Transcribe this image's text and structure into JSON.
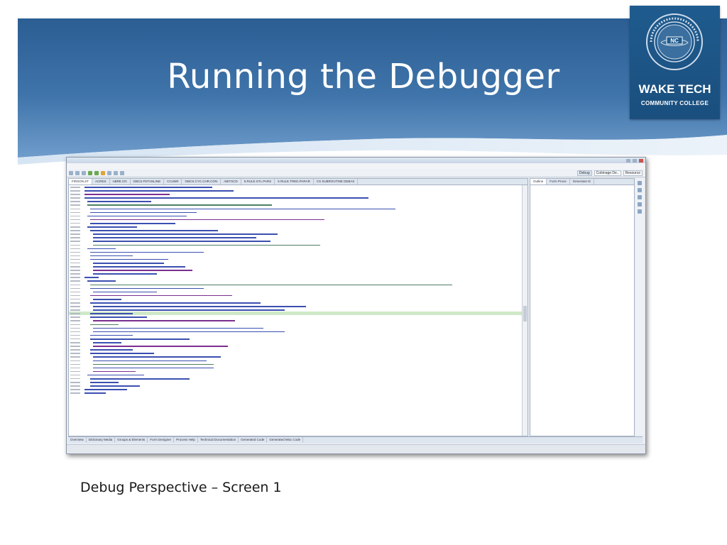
{
  "slide": {
    "title": "Running the Debugger",
    "caption": "Debug Perspective – Screen 1"
  },
  "logo": {
    "name": "WAKE TECH",
    "subtitle": "COMMUNITY COLLEGE",
    "seal_initials": "NC"
  },
  "colors": {
    "banner_dark": "#2b5e93",
    "banner_light": "#6f9ccb",
    "logo_bg": "#1f5b8e",
    "code_highlight": "#cfe9c8"
  },
  "ide": {
    "editor_tabs": [
      "FIRSON.ST",
      "ACRES",
      "ABRE.CN",
      "GBCS.FDTANLINE",
      "CCUNR",
      "GBCS.CYC.CHR.CON",
      "ABITSCD",
      "5.RULE.STL.PARS",
      "5 RULE.TRED.PARAR",
      "CS SUBROUTINE DEBAS"
    ],
    "outline_tabs": [
      "Outline",
      "Form Proce",
      "Generator-D"
    ],
    "perspectives": [
      "Debug",
      "Cobinage De..",
      "Resource"
    ],
    "bottom_tabs": [
      "Overview",
      "Dictionary Media",
      "Groups & Elements",
      "Form Designer",
      "Process Help",
      "Technical Documentation",
      "Generated Code",
      "Generated Misc Code"
    ]
  }
}
